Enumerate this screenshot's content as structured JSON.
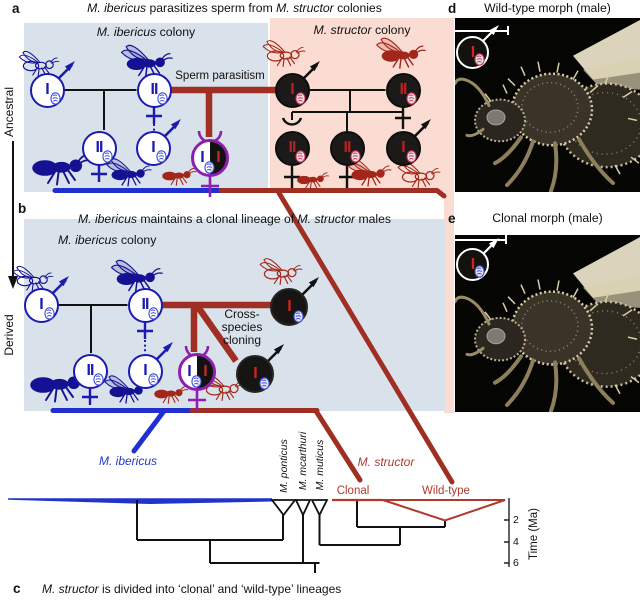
{
  "side_axis": {
    "top": "Ancestral",
    "bottom": "Derived"
  },
  "panel_a": {
    "label": "a",
    "title": {
      "s1": "M. ibericus",
      "s2": " parasitizes sperm from ",
      "s3": "M. structor",
      "s4": " colonies"
    },
    "ibericus_box": {
      "name_italic": "M. ibericus",
      "name_rest": " colony"
    },
    "structor_box": {
      "name_italic": "M. structor",
      "name_rest": " colony"
    },
    "sperm_parasitism": "Sperm parasitism"
  },
  "panel_b": {
    "label": "b",
    "title": {
      "s1": "M. ibericus",
      "s2": " maintains a clonal lineage of ",
      "s3": "M. structor",
      "s4": " males"
    },
    "ibericus_box": {
      "name_italic": "M. ibericus",
      "name_rest": " colony"
    },
    "cloning": {
      "l1": "Cross-",
      "l2": "species",
      "l3": "cloning"
    }
  },
  "panel_c": {
    "label": "c",
    "caption": {
      "s1": "M. structor",
      "s2": " is divided into ‘clonal’ and ‘wild-type’ lineages"
    },
    "tree": {
      "ibericus": "M. ibericus",
      "ponticus": "M. ponticus",
      "mcarthuri": "M. mcarthuri",
      "muticus": "M. muticus",
      "structor": "M. structor",
      "clonal": "Clonal",
      "wildtype": "Wild-type",
      "axis_label": "Time (Ma)",
      "ticks": [
        "2",
        "4",
        "6"
      ]
    }
  },
  "panel_d": {
    "label": "d",
    "title": "Wild-type morph (male)"
  },
  "panel_e": {
    "label": "e",
    "title": "Clonal morph (male)"
  },
  "genotypes": {
    "a_colony": [
      "I",
      "II",
      "II",
      "I"
    ],
    "a_hybrid": [
      "I",
      "I"
    ],
    "a_structor": [
      "I",
      "II",
      "II",
      "II",
      "I"
    ],
    "b_colony": [
      "I",
      "II",
      "II",
      "I"
    ],
    "b_hybrid": [
      "I",
      "I"
    ],
    "b_clones": [
      "I",
      "I"
    ],
    "d_inset": "I",
    "e_inset": "I"
  },
  "colors": {
    "ibericus_blue": "#1b1bb0",
    "structor_red": "#9e2f22",
    "tree_red": "#b0392b",
    "hybrid_purple": "#8e1fae",
    "ibericus_box_bg": "#d9e1ea",
    "structor_box_bg": "#fadcd2"
  }
}
